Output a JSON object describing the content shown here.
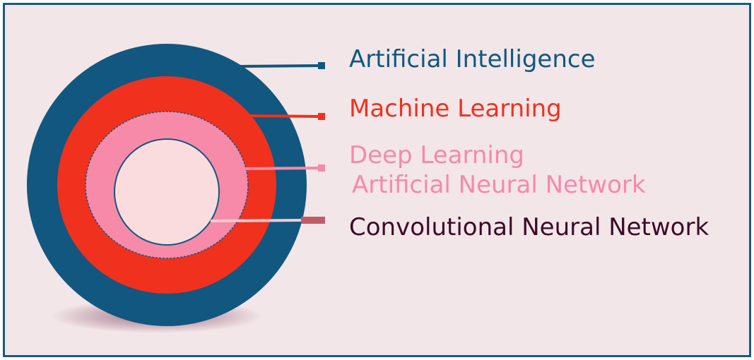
{
  "layers": [
    {
      "id": "ai",
      "label": "Artificial Intelligence",
      "color": "#11577f"
    },
    {
      "id": "ml",
      "label": "Machine Learning",
      "color": "#f0311e"
    },
    {
      "id": "dl",
      "label": "Deep Learning",
      "color": "#f68aa8"
    },
    {
      "id": "ann",
      "label": "Artificial Neural Network",
      "color": "#f68aa8"
    },
    {
      "id": "cnn",
      "label": "Convolutional Neural Network",
      "color": "#3b0b26"
    }
  ],
  "colors": {
    "frame_border": "#1a5a7e",
    "background": "#f2e6e8",
    "core": "#fbdcde",
    "connector_ai": "#11577f",
    "connector_ml": "#f0311e",
    "connector_dl": "#f68aa8",
    "connector_cnn_line": "#f7c9cf",
    "connector_cnn_end": "#c05c68"
  }
}
